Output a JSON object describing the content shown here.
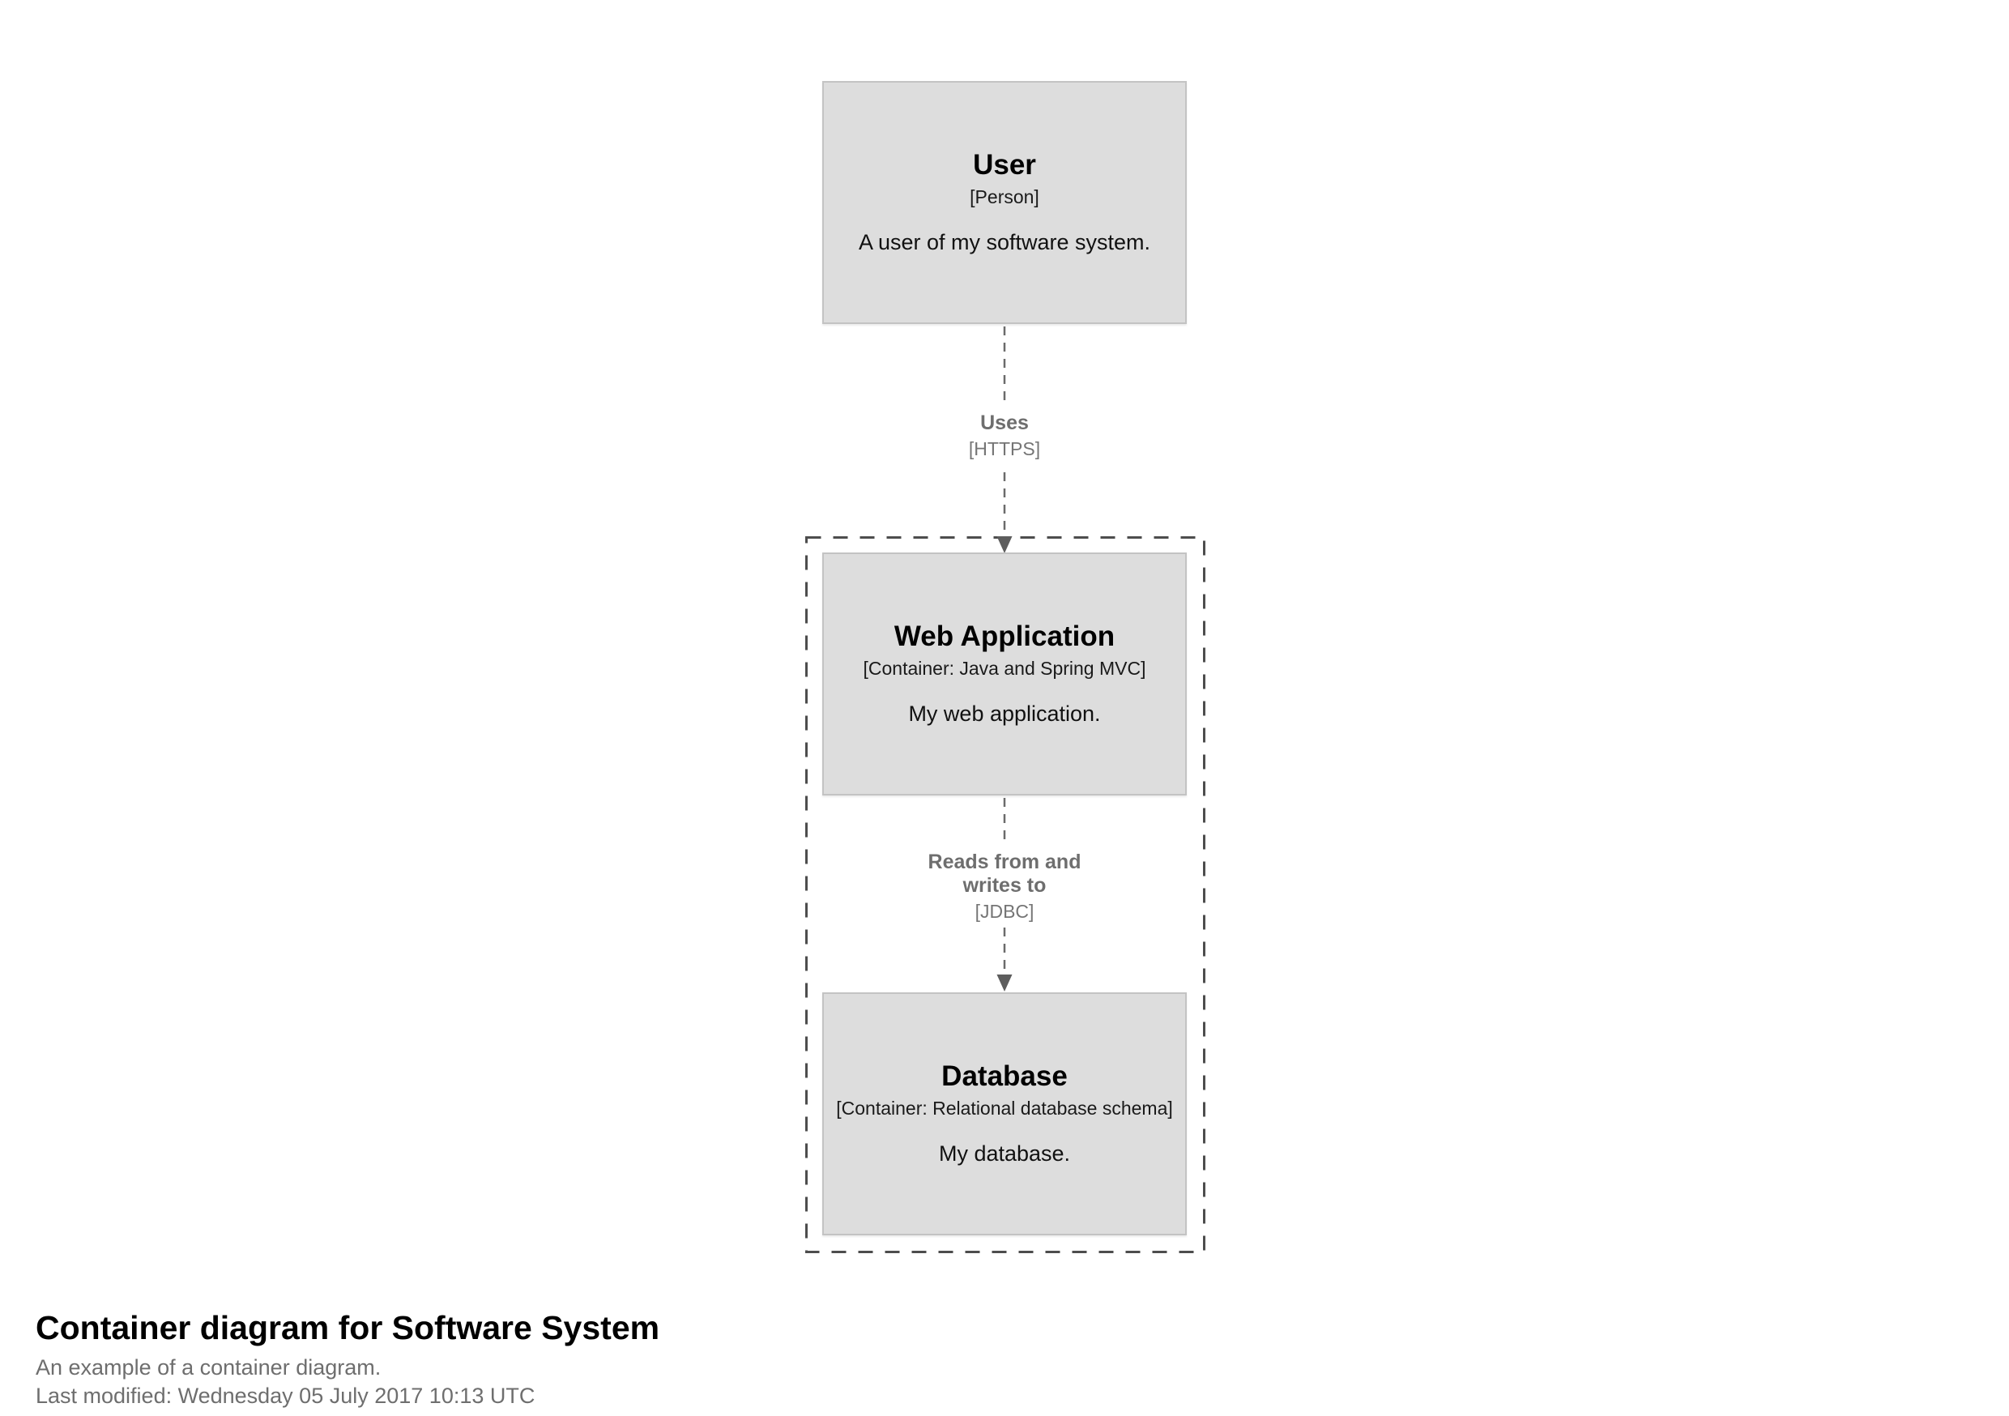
{
  "diagram": {
    "elements": [
      {
        "name": "User",
        "meta": "[Person]",
        "description": "A user of my software system."
      },
      {
        "name": "Web Application",
        "meta": "[Container: Java and Spring MVC]",
        "description": "My web application."
      },
      {
        "name": "Database",
        "meta": "[Container: Relational database schema]",
        "description": "My database."
      }
    ],
    "relationships": [
      {
        "label": "Uses",
        "meta": "[HTTPS]"
      },
      {
        "label": "Reads from and writes to",
        "meta": "[JDBC]"
      }
    ],
    "colors": {
      "element_fill": "#dddddd",
      "element_border": "#c3c3c3",
      "element_text": "#000000",
      "relationship_line": "#6b6b6b",
      "relationship_text": "#6e6e6e",
      "boundary_line": "#4d4d4d",
      "background": "#ffffff"
    }
  },
  "footer": {
    "title": "Container diagram for Software System",
    "subtitle": "An example of a container diagram.",
    "last_modified": "Last modified: Wednesday 05 July 2017 10:13 UTC"
  }
}
